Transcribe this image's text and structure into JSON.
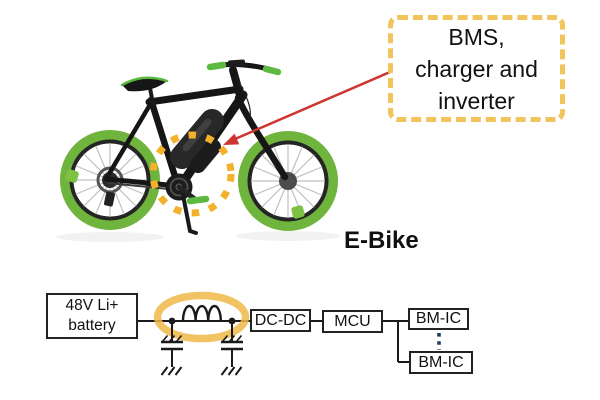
{
  "callout": {
    "lines": [
      "BMS,",
      "charger and",
      "inverter"
    ]
  },
  "bike_label": "E-Bike",
  "circuit": {
    "battery_lines": [
      "48V Li+",
      "battery"
    ],
    "dcdc_label": "DC-DC",
    "mcu_label": "MCU",
    "bmic_top_label": "BM-IC",
    "bmic_bottom_label": "BM-IC"
  },
  "colors": {
    "callout_border": "#F2C45C",
    "highlight_dashes": "#F4B22C",
    "inductor_highlight": "#F0B946",
    "arrow_red": "#CE3430",
    "tire_green": "#6FB43C",
    "accent_green": "#5CBA40",
    "daisy_chain_blue": "#1F3A5E",
    "wire_black": "#1A1A1A"
  },
  "icons": {
    "red_arrow": "callout-pointer-arrow",
    "dashed_circle": "drive-unit-highlight",
    "inductor": "inductor-symbol",
    "capacitor": "feedthrough-capacitor-symbol",
    "ground": "earth-ground-symbol"
  }
}
